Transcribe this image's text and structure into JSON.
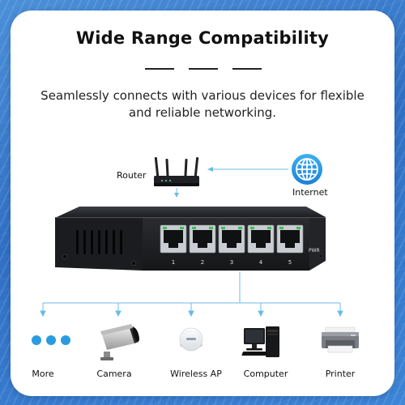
{
  "title": "Wide Range Compatibility",
  "subtitle_line1": "Seamlessly connects with various devices for flexible",
  "subtitle_line2": "and reliable networking.",
  "router_label": "Router",
  "internet_label": "Internet",
  "switch": {
    "ports": [
      "1",
      "2",
      "3",
      "4",
      "5"
    ],
    "pwr_label": "PWR"
  },
  "devices": [
    {
      "label": "More",
      "icon": "three-dots-icon"
    },
    {
      "label": "Camera",
      "icon": "security-camera-icon"
    },
    {
      "label": "Wireless AP",
      "icon": "wireless-access-point-icon"
    },
    {
      "label": "Computer",
      "icon": "desktop-computer-icon"
    },
    {
      "label": "Printer",
      "icon": "printer-icon"
    }
  ],
  "colors": {
    "accent": "#2a9be0",
    "background": "#3a7fd0",
    "connector_line": "#6bbbe8"
  }
}
